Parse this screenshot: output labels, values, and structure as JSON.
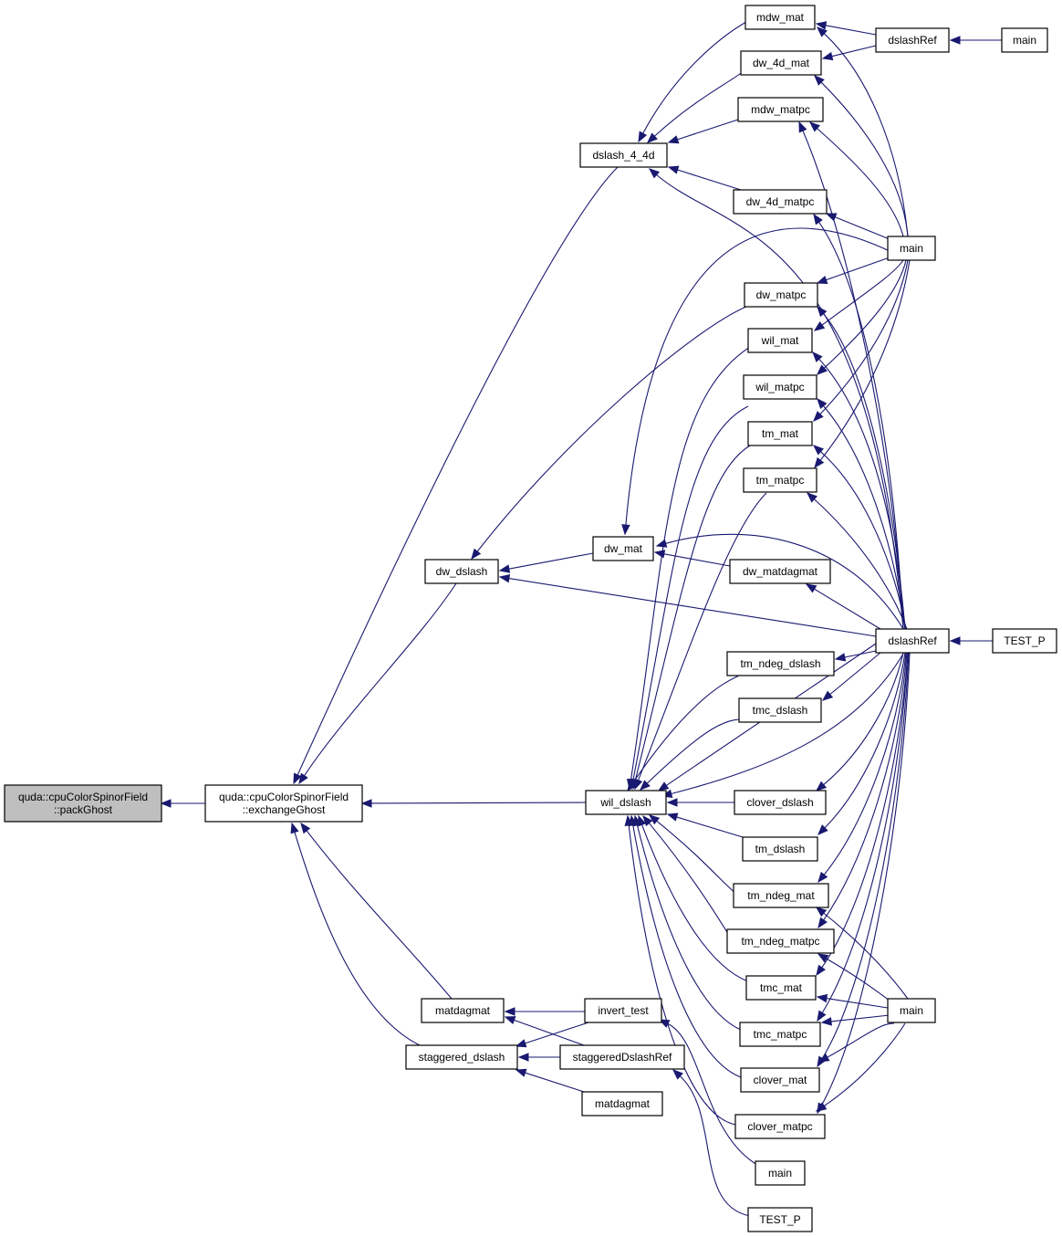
{
  "graph": {
    "colors": {
      "edge": "#191970",
      "root_fill": "#bfbfbf",
      "node_fill": "#ffffff",
      "border": "#000000"
    },
    "nodes": [
      {
        "id": "packGhost",
        "lines": [
          "quda::cpuColorSpinorField",
          "::packGhost"
        ],
        "root": true
      },
      {
        "id": "exchangeGhost",
        "lines": [
          "quda::cpuColorSpinorField",
          "::exchangeGhost"
        ]
      },
      {
        "id": "dslash_4_4d",
        "lines": [
          "dslash_4_4d"
        ]
      },
      {
        "id": "dw_dslash",
        "lines": [
          "dw_dslash"
        ]
      },
      {
        "id": "matdagmat1",
        "lines": [
          "matdagmat"
        ]
      },
      {
        "id": "staggered_dslash",
        "lines": [
          "staggered_dslash"
        ]
      },
      {
        "id": "wil_dslash",
        "lines": [
          "wil_dslash"
        ]
      },
      {
        "id": "dw_mat",
        "lines": [
          "dw_mat"
        ]
      },
      {
        "id": "invert_test",
        "lines": [
          "invert_test"
        ]
      },
      {
        "id": "staggeredDslashRef",
        "lines": [
          "staggeredDslashRef"
        ]
      },
      {
        "id": "matdagmat2",
        "lines": [
          "matdagmat"
        ]
      },
      {
        "id": "mdw_mat",
        "lines": [
          "mdw_mat"
        ]
      },
      {
        "id": "dw_4d_mat",
        "lines": [
          "dw_4d_mat"
        ]
      },
      {
        "id": "mdw_matpc",
        "lines": [
          "mdw_matpc"
        ]
      },
      {
        "id": "dw_4d_matpc",
        "lines": [
          "dw_4d_matpc"
        ]
      },
      {
        "id": "dw_matpc",
        "lines": [
          "dw_matpc"
        ]
      },
      {
        "id": "wil_mat",
        "lines": [
          "wil_mat"
        ]
      },
      {
        "id": "wil_matpc",
        "lines": [
          "wil_matpc"
        ]
      },
      {
        "id": "tm_mat",
        "lines": [
          "tm_mat"
        ]
      },
      {
        "id": "tm_matpc",
        "lines": [
          "tm_matpc"
        ]
      },
      {
        "id": "dw_matdagmat",
        "lines": [
          "dw_matdagmat"
        ]
      },
      {
        "id": "tm_ndeg_dslash",
        "lines": [
          "tm_ndeg_dslash"
        ]
      },
      {
        "id": "tmc_dslash",
        "lines": [
          "tmc_dslash"
        ]
      },
      {
        "id": "clover_dslash",
        "lines": [
          "clover_dslash"
        ]
      },
      {
        "id": "tm_dslash",
        "lines": [
          "tm_dslash"
        ]
      },
      {
        "id": "tm_ndeg_mat",
        "lines": [
          "tm_ndeg_mat"
        ]
      },
      {
        "id": "tm_ndeg_matpc",
        "lines": [
          "tm_ndeg_matpc"
        ]
      },
      {
        "id": "tmc_mat",
        "lines": [
          "tmc_mat"
        ]
      },
      {
        "id": "tmc_matpc",
        "lines": [
          "tmc_matpc"
        ]
      },
      {
        "id": "clover_mat",
        "lines": [
          "clover_mat"
        ]
      },
      {
        "id": "clover_matpc",
        "lines": [
          "clover_matpc"
        ]
      },
      {
        "id": "main_a",
        "lines": [
          "main"
        ]
      },
      {
        "id": "TEST_P_a",
        "lines": [
          "TEST_P"
        ]
      },
      {
        "id": "dslashRef_top",
        "lines": [
          "dslashRef"
        ]
      },
      {
        "id": "main_top",
        "lines": [
          "main"
        ]
      },
      {
        "id": "main_mid",
        "lines": [
          "main"
        ]
      },
      {
        "id": "dslashRef_mid",
        "lines": [
          "dslashRef"
        ]
      },
      {
        "id": "main_low",
        "lines": [
          "main"
        ]
      },
      {
        "id": "TEST_P_b",
        "lines": [
          "TEST_P"
        ]
      }
    ]
  }
}
